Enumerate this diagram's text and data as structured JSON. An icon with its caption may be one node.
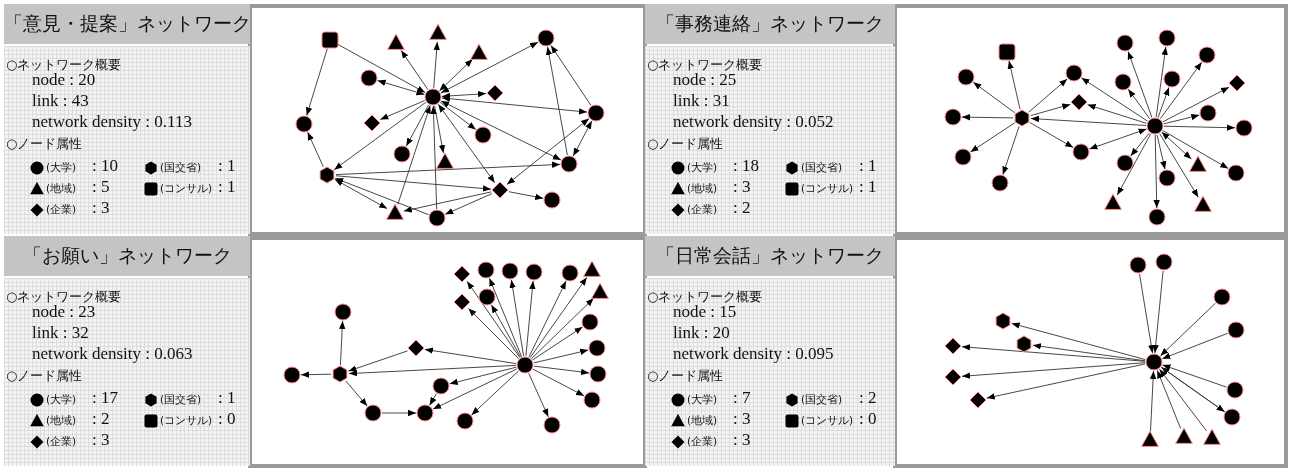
{
  "diagram": {
    "nodes": [
      {
        "text": [
          "「意見・提案」ネットワーク"
        ]
      },
      {
        "text": [
          "○ネットワーク概要",
          "node : 20",
          "link : 43",
          "network density : 0.113",
          "○ノード属性",
          "(大学)",
          ": 10",
          "(地域)",
          ": 5",
          "(企業)",
          ": 3",
          "(国交省)",
          ": 1",
          "(コンサル)",
          ": 1"
        ]
      },
      {
        "text": [
          "「事務連絡」ネットワーク"
        ]
      },
      {
        "text": [
          "○ネットワーク概要",
          "node : 25",
          "link : 31",
          "network density : 0.052",
          "○ノード属性",
          "(大学)",
          ": 18",
          "(地域)",
          ": 3",
          "(企業)",
          ": 2",
          "(国交省)",
          ": 1",
          "(コンサル)",
          ": 1"
        ]
      },
      {
        "text": [
          "「お願い」ネットワーク"
        ]
      },
      {
        "text": [
          "○ネットワーク概要",
          "node : 23",
          "link : 32",
          "network density : 0.063",
          "○ノード属性",
          "(大学)",
          ": 17",
          "(地域)",
          ": 2",
          "(企業)",
          ": 3",
          "(国交省)",
          ": 1",
          "(コンサル)",
          ": 0"
        ]
      },
      {
        "text": [
          "「日常会話」ネットワーク"
        ]
      },
      {
        "text": [
          "○ネットワーク概要",
          "node : 15",
          "link : 20",
          "network density : 0.095",
          "○ノード属性",
          "(大学)",
          ": 7",
          "(地域)",
          ": 3",
          "(企業)",
          ": 3",
          "(国交省)",
          ": 2",
          "(コンサル)",
          ": 0"
        ]
      }
    ]
  }
}
